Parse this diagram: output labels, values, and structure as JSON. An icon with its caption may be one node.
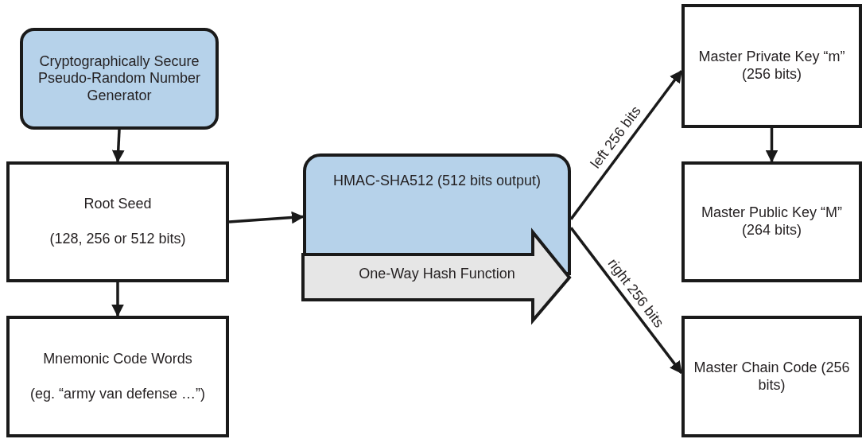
{
  "diagram": {
    "nodes": [
      {
        "text": [
          "Cryptographically Secure Pseudo-Random Number Generator"
        ]
      },
      {
        "text": [
          "Root Seed",
          "(128, 256 or 512 bits)"
        ]
      },
      {
        "text": [
          "Mnemonic Code Words",
          "(eg. “army van defense …”)"
        ]
      },
      {
        "text": [
          "HMAC-SHA512 (512 bits output)"
        ]
      },
      {
        "text": [
          "One-Way Hash Function"
        ]
      },
      {
        "text": [
          "Master Private Key “m” (256 bits)"
        ]
      },
      {
        "text": [
          "Master Public Key “M” (264 bits)"
        ]
      },
      {
        "text": [
          "Master Chain Code (256 bits)"
        ]
      }
    ],
    "edges": [
      {
        "from": 0,
        "to": 1,
        "arrow": "to"
      },
      {
        "from": 1,
        "to": 2,
        "arrow": "to"
      },
      {
        "from": 1,
        "to": 3,
        "arrow": "to"
      },
      {
        "from": 3,
        "to": 5,
        "arrow": "to",
        "label": "left 256 bits"
      },
      {
        "from": 3,
        "to": 7,
        "arrow": "to",
        "label": "right 256 bits"
      },
      {
        "from": 5,
        "to": 6,
        "arrow": "to"
      }
    ]
  }
}
